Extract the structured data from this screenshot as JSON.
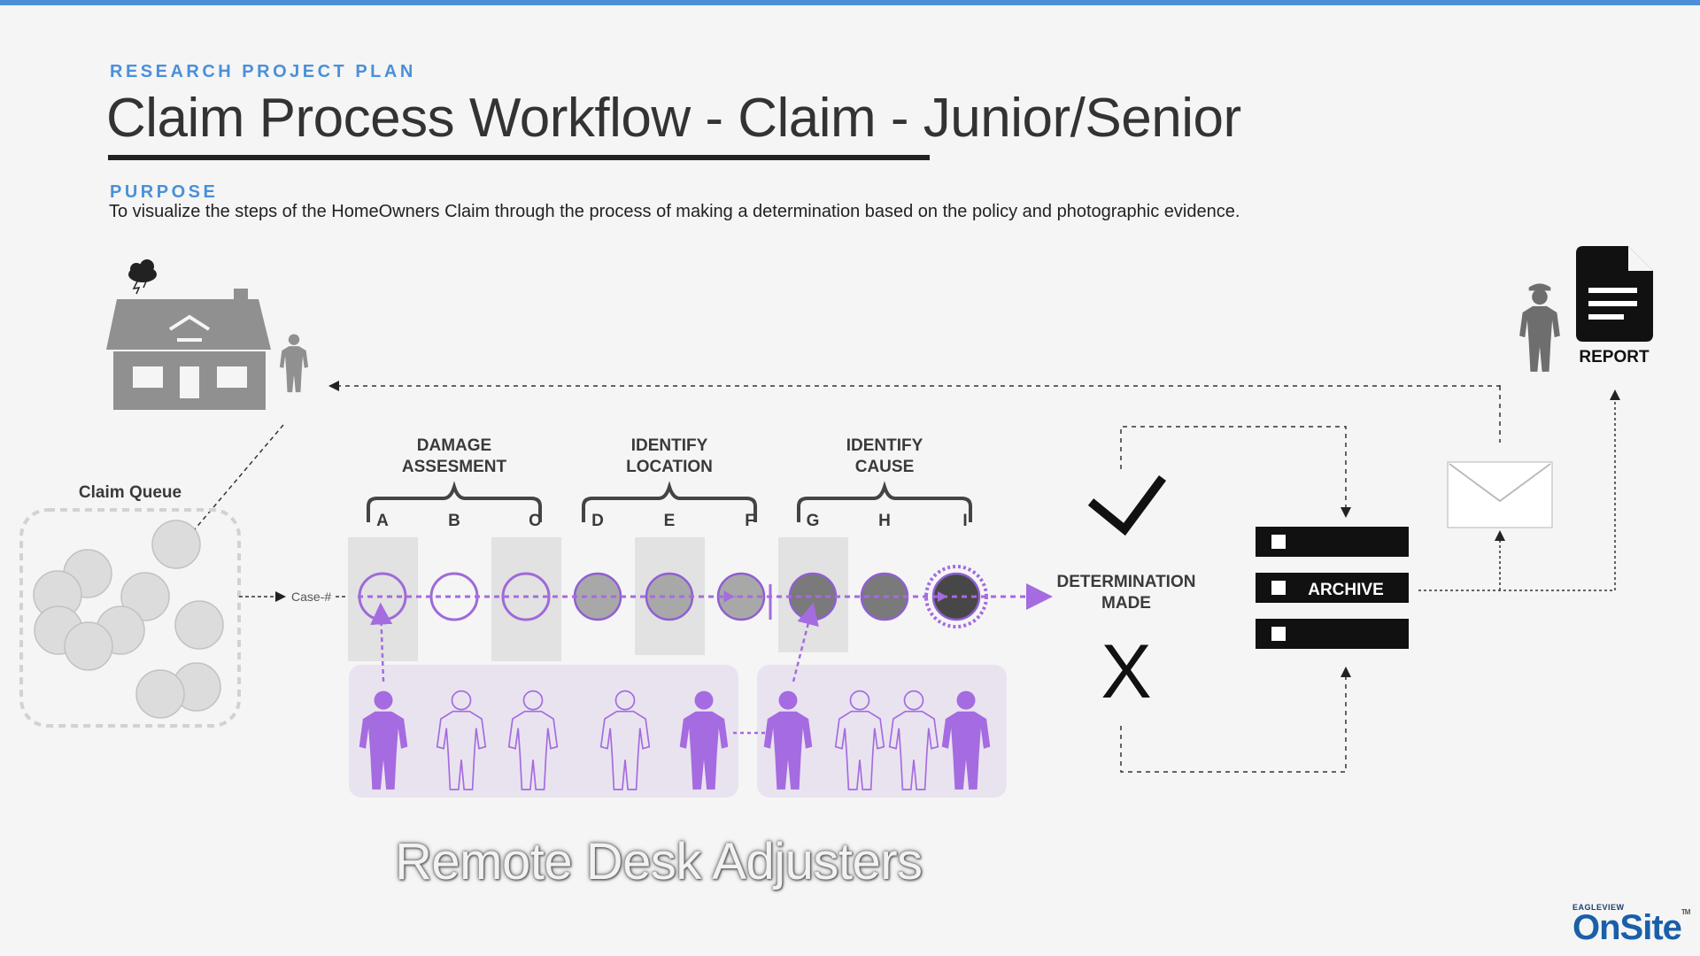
{
  "header": {
    "kicker": "RESEARCH PROJECT PLAN",
    "title": "Claim Process Workflow - Claim - Junior/Senior",
    "purpose_label": "PURPOSE",
    "purpose_text": "To visualize the steps of the HomeOwners Claim through the process of making a determination based on the policy and photographic evidence."
  },
  "queue": {
    "label": "Claim Queue",
    "case_label": "Case-#"
  },
  "phases": [
    {
      "line1": "DAMAGE",
      "line2": "ASSESMENT",
      "steps": [
        "A",
        "B",
        "C"
      ]
    },
    {
      "line1": "IDENTIFY",
      "line2": "LOCATION",
      "steps": [
        "D",
        "E",
        "F"
      ]
    },
    {
      "line1": "IDENTIFY",
      "line2": "CAUSE",
      "steps": [
        "G",
        "H",
        "I"
      ]
    }
  ],
  "determination": {
    "line1": "DETERMINATION",
    "line2": "MADE",
    "approve_icon": "checkmark-icon",
    "deny_symbol": "X"
  },
  "archive": {
    "label": "ARCHIVE"
  },
  "report": {
    "label": "REPORT"
  },
  "adjusters": {
    "caption": "Remote Desk Adjusters"
  },
  "logo": {
    "small": "EAGLEVIEW",
    "big": "OnSite",
    "tm": "TM"
  },
  "colors": {
    "accent": "#4a90d9",
    "purple": "#a56be0",
    "gray": "#8c8c8c",
    "dark": "#111111"
  }
}
